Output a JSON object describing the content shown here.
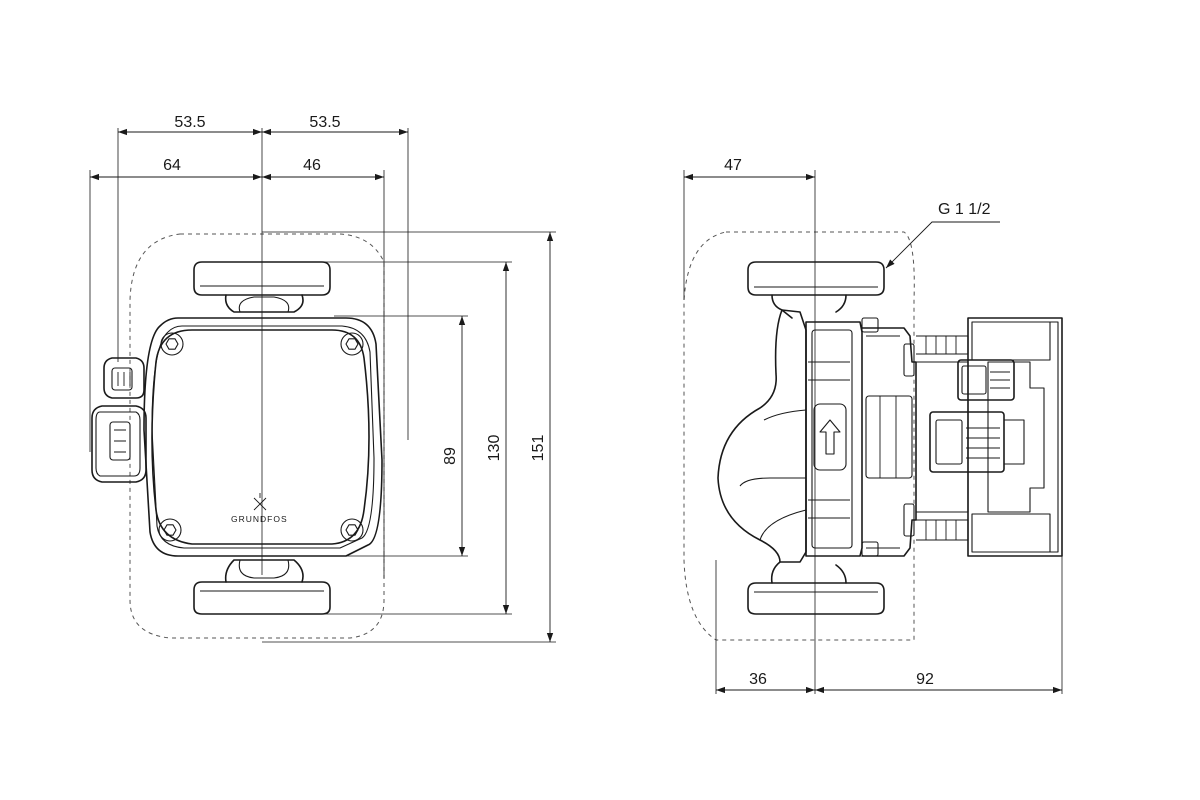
{
  "front_view": {
    "dims": {
      "top_left": "53.5",
      "top_right": "53.5",
      "left": "64",
      "right": "46",
      "h_inner": "89",
      "h_flange": "130",
      "h_total": "151"
    },
    "brand": "GRUNDFOS"
  },
  "side_view": {
    "dims": {
      "top": "47",
      "bottom_left": "36",
      "bottom_right": "92"
    },
    "thread": "G 1 1/2"
  },
  "colors": {
    "line": "#1a1a1a",
    "dashed": "#555555",
    "background": "#ffffff"
  }
}
